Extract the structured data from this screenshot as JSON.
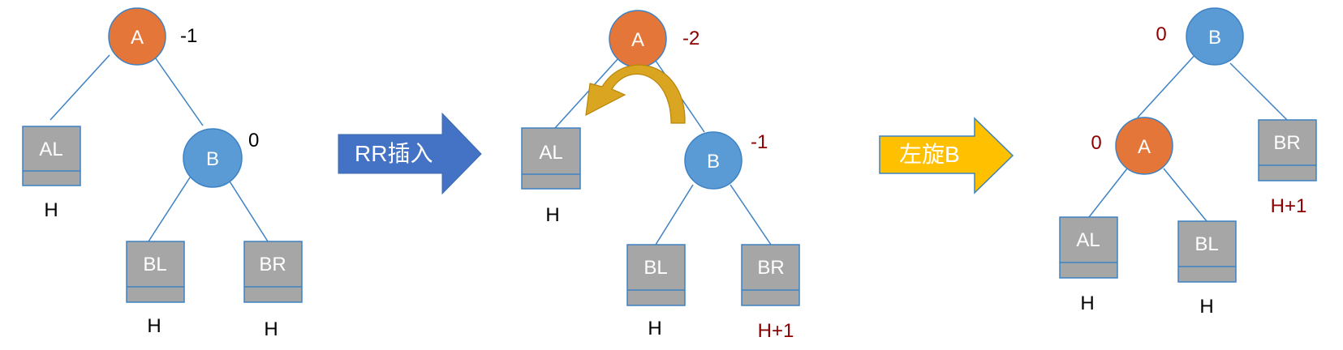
{
  "colors": {
    "node_a": "#E5763A",
    "node_b": "#5B9BD5",
    "subtree_box": "#A6A6A6",
    "line": "#3C82C4",
    "dark_red": "#8B0000",
    "black": "#000000",
    "arrow_rr": "#4472C4",
    "arrow_left": "#FFC000",
    "rotate_arrow": "#DAA520"
  },
  "icons": {
    "rr_arrow": "block-arrow-right",
    "left_rotate_arrow": "block-arrow-right",
    "rotation_arrow": "curved-arrow-left"
  },
  "panel1": {
    "node_a": "A",
    "bf_a": "-1",
    "node_b": "B",
    "bf_b": "0",
    "box_al": "AL",
    "h_al": "H",
    "box_bl": "BL",
    "h_bl": "H",
    "box_br": "BR",
    "h_br": "H"
  },
  "arrow_rr_label": "RR插入",
  "panel2": {
    "node_a": "A",
    "bf_a": "-2",
    "node_b": "B",
    "bf_b": "-1",
    "box_al": "AL",
    "h_al": "H",
    "box_bl": "BL",
    "h_bl": "H",
    "box_br": "BR",
    "h_br": "H+1"
  },
  "arrow_left_label": "左旋B",
  "panel3": {
    "node_b": "B",
    "bf_b": "0",
    "node_a": "A",
    "bf_a": "0",
    "box_al": "AL",
    "h_al": "H",
    "box_bl": "BL",
    "h_bl": "H",
    "box_br": "BR",
    "h_br": "H+1"
  }
}
